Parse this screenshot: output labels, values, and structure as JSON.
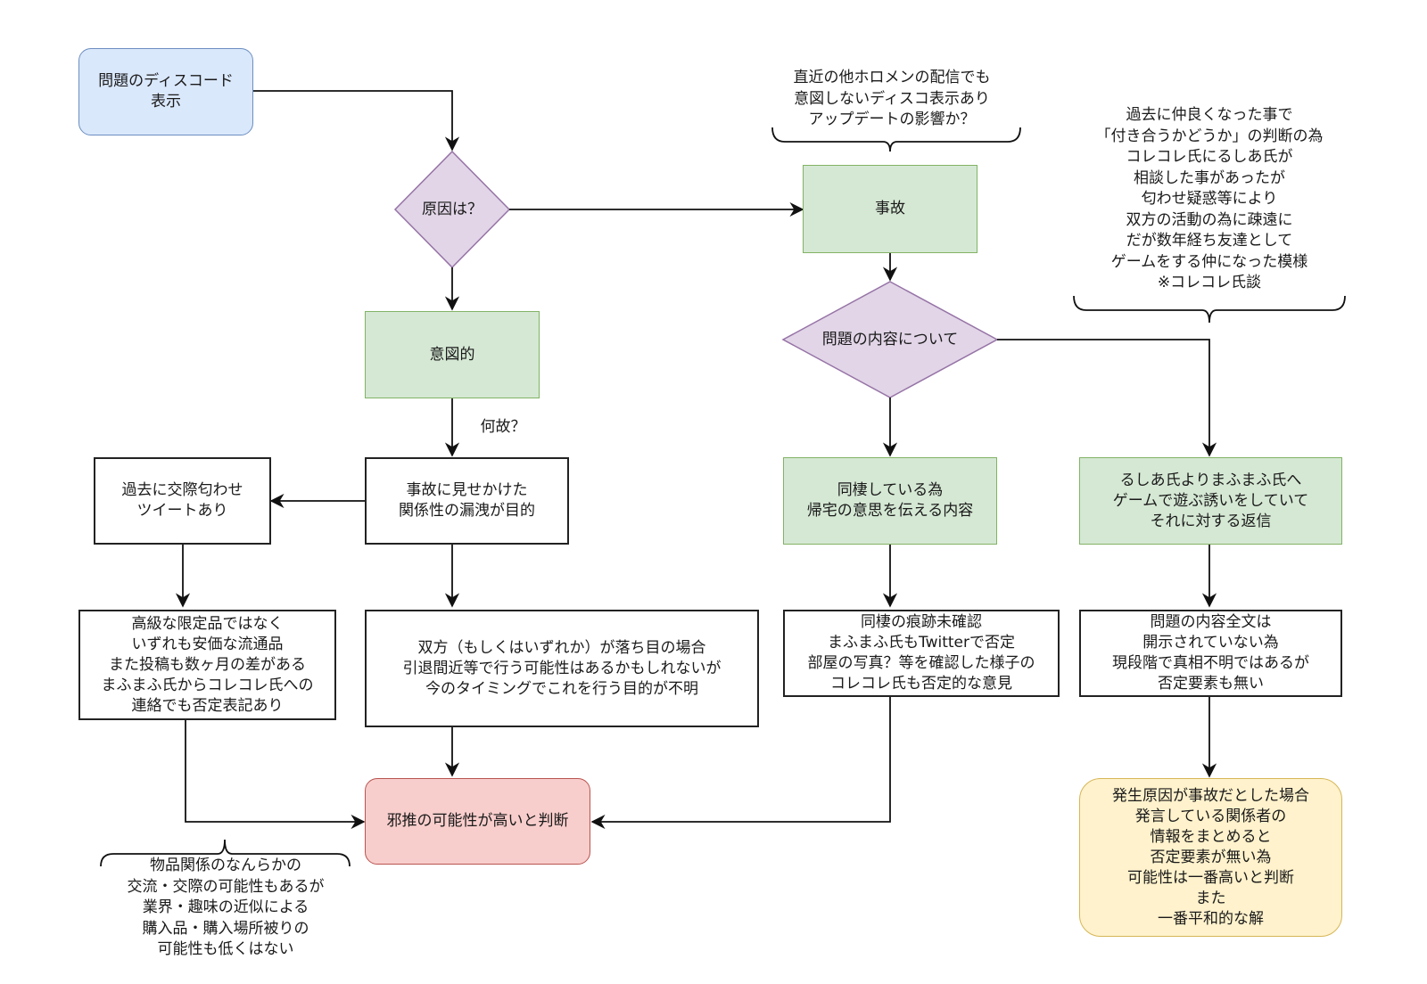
{
  "diagram": {
    "type": "flowchart",
    "colors": {
      "start_fill": "#dae8fc",
      "start_stroke": "#6c8ebf",
      "decision_fill": "#e1d5e7",
      "decision_stroke": "#9673a6",
      "branch_fill": "#d5e8d4",
      "branch_stroke": "#82b366",
      "conclusion_red_fill": "#f8cecc",
      "conclusion_red_stroke": "#b85450",
      "conclusion_yellow_fill": "#fff2cc",
      "conclusion_yellow_stroke": "#d6b656"
    },
    "nodes": {
      "start": "問題のディスコード\n表示",
      "cause_decision": "原因は？",
      "intentional": "意図的",
      "accident": "事故",
      "why_label": "何故？",
      "disguised_leak": "事故に見せかけた\n関係性の漏洩が目的",
      "past_tweet": "過去に交際匂わせ\nツイートあり",
      "cheap_items": "高級な限定品ではなく\nいずれも安価な流通品\nまた投稿も数ヶ月の差がある\nまふまふ氏からコレコレ氏への\n連絡でも否定表記あり",
      "timing_unclear": "双方（もしくはいずれか）が落ち目の場合\n引退間近等で行う可能性はあるかもしれないが\n今のタイミングでこれを行う目的が不明",
      "content_decision": "問題の内容について",
      "cohabiting": "同棲している為\n帰宅の意思を伝える内容",
      "game_invite": "るしあ氏よりまふまふ氏へ\nゲームで遊ぶ誘いをしていて\nそれに対する返信",
      "cohabit_unconfirmed": "同棲の痕跡未確認\nまふまふ氏もTwitterで否定\n部屋の写真？等を確認した様子の\nコレコレ氏も否定的な意見",
      "full_text_undisclosed": "問題の内容全文は\n開示されていない為\n現段階で真相不明ではあるが\n否定要素も無い",
      "conclusion_speculation": "邪推の可能性が高いと判断",
      "conclusion_accident": "発生原因が事故だとした場合\n発言している関係者の\n情報をまとめると\n否定要素が無い為\n可能性は一番高いと判断\nまた\n一番平和的な解"
    },
    "notes": {
      "update_note": "直近の他ホロメンの配信でも\n意図しないディスコ表示あり\nアップデートの影響か？",
      "history_note": "過去に仲良くなった事で\n「付き合うかどうか」の判断の為\nコレコレ氏にるしあ氏が\n相談した事があったが\n匂わせ疑惑等により\n双方の活動の為に疎遠に\nだが数年経ち友達として\nゲームをする仲になった模様\n※コレコレ氏談",
      "goods_note": "物品関係のなんらかの\n交流・交際の可能性もあるが\n業界・趣味の近似による\n購入品・購入場所被りの\n可能性も低くはない"
    },
    "edges": [
      {
        "from": "start",
        "to": "cause_decision"
      },
      {
        "from": "cause_decision",
        "to": "intentional"
      },
      {
        "from": "cause_decision",
        "to": "accident"
      },
      {
        "from": "intentional",
        "to": "disguised_leak",
        "label": "何故？"
      },
      {
        "from": "disguised_leak",
        "to": "past_tweet"
      },
      {
        "from": "disguised_leak",
        "to": "timing_unclear"
      },
      {
        "from": "past_tweet",
        "to": "cheap_items"
      },
      {
        "from": "cheap_items",
        "to": "conclusion_speculation"
      },
      {
        "from": "timing_unclear",
        "to": "conclusion_speculation"
      },
      {
        "from": "accident",
        "to": "content_decision"
      },
      {
        "from": "content_decision",
        "to": "cohabiting"
      },
      {
        "from": "content_decision",
        "to": "game_invite"
      },
      {
        "from": "cohabiting",
        "to": "cohabit_unconfirmed"
      },
      {
        "from": "cohabit_unconfirmed",
        "to": "conclusion_speculation"
      },
      {
        "from": "game_invite",
        "to": "full_text_undisclosed"
      },
      {
        "from": "full_text_undisclosed",
        "to": "conclusion_accident"
      }
    ]
  }
}
